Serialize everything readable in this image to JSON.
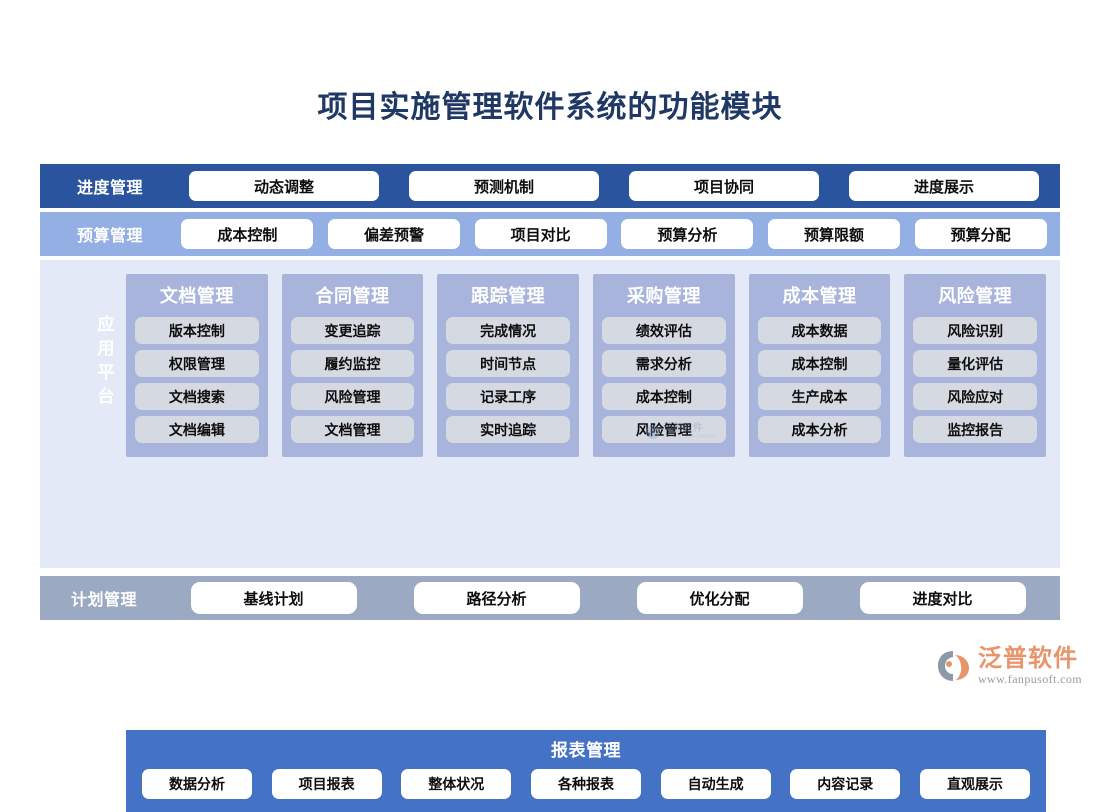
{
  "title": "项目实施管理软件系统的功能模块",
  "colors": {
    "title": "#1F3864",
    "progress_bar": "#2B549E",
    "budget_bar": "#93AFE3",
    "platform_bg": "#E3E9F7",
    "column_panel": "#A8B4DC",
    "chip": "#D5D9E1",
    "report_panel": "#4472C4",
    "plan_bar": "#9BAAC2",
    "logo_orange": "#E8956B"
  },
  "progress_row": {
    "label": "进度管理",
    "buttons": [
      "动态调整",
      "预测机制",
      "项目协同",
      "进度展示"
    ]
  },
  "budget_row": {
    "label": "预算管理",
    "buttons": [
      "成本控制",
      "偏差预警",
      "项目对比",
      "预算分析",
      "预算限额",
      "预算分配"
    ]
  },
  "platform": {
    "label": "应用平台",
    "columns": [
      {
        "title": "文档管理",
        "items": [
          "版本控制",
          "权限管理",
          "文档搜索",
          "文档编辑"
        ]
      },
      {
        "title": "合同管理",
        "items": [
          "变更追踪",
          "履约监控",
          "风险管理",
          "文档管理"
        ]
      },
      {
        "title": "跟踪管理",
        "items": [
          "完成情况",
          "时间节点",
          "记录工序",
          "实时追踪"
        ]
      },
      {
        "title": "采购管理",
        "items": [
          "绩效评估",
          "需求分析",
          "成本控制",
          "风险管理"
        ]
      },
      {
        "title": "成本管理",
        "items": [
          "成本数据",
          "成本控制",
          "生产成本",
          "成本分析"
        ]
      },
      {
        "title": "风险管理",
        "items": [
          "风险识别",
          "量化评估",
          "风险应对",
          "监控报告"
        ]
      }
    ]
  },
  "report": {
    "title": "报表管理",
    "buttons": [
      "数据分析",
      "项目报表",
      "整体状况",
      "各种报表",
      "自动生成",
      "内容记录",
      "直观展示"
    ]
  },
  "plan_row": {
    "label": "计划管理",
    "buttons": [
      "基线计划",
      "路径分析",
      "优化分配",
      "进度对比"
    ]
  },
  "watermark": {
    "name": "泛普软件",
    "sub": "FANPU SOFTWARE"
  },
  "logo": {
    "name": "泛普软件",
    "url": "www.fanpusoft.com"
  }
}
